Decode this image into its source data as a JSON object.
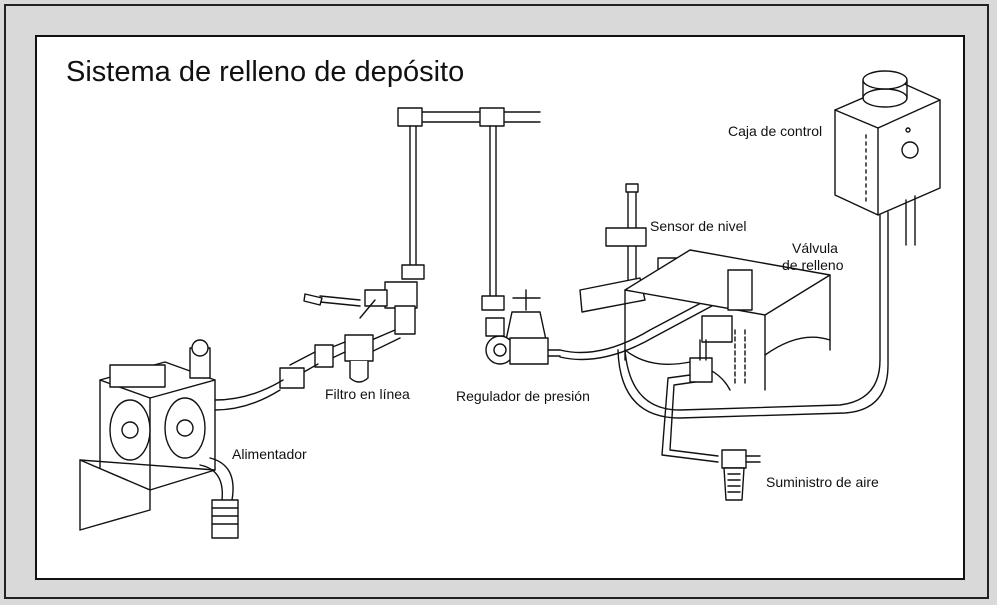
{
  "title": "Sistema de relleno de depósito",
  "labels": {
    "control_box": "Caja de control",
    "level_sensor": "Sensor de nivel",
    "fill_valve_line1": "Válvula",
    "fill_valve_line2": "de relleno",
    "inline_filter": "Filtro en línea",
    "pressure_regulator": "Regulador de presión",
    "feeder": "Alimentador",
    "air_supply": "Suministro de aire"
  }
}
